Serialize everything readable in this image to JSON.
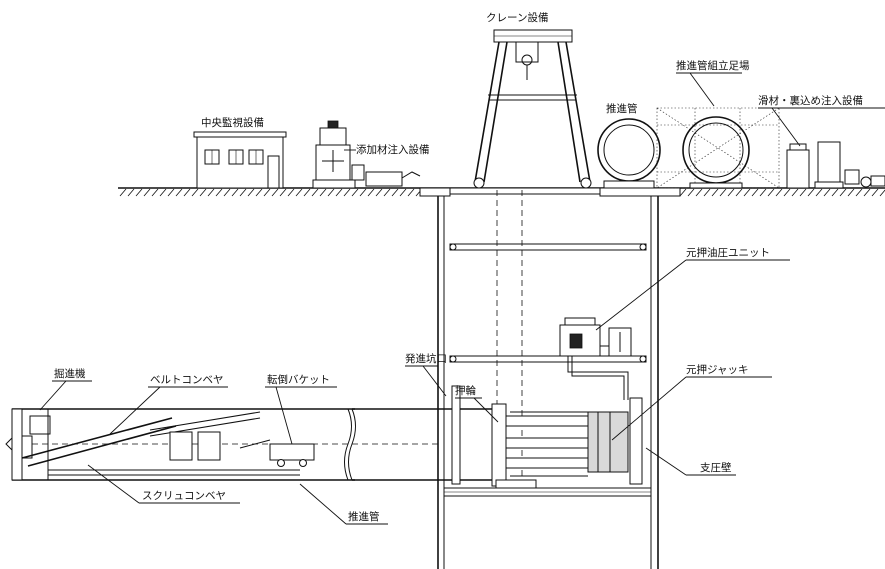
{
  "labels": {
    "crane": "クレーン設備",
    "scaffold": "推進管組立足場",
    "injection": "滑材・裏込め注入設備",
    "central": "中央監視設備",
    "additive": "添加材注入設備",
    "pipe_top": "推進管",
    "hydraulic_unit": "元押油圧ユニット",
    "launch_shaft": "発進坑口",
    "push_ring": "押輪",
    "main_jack": "元押ジャッキ",
    "support_wall": "支圧壁",
    "machine": "掘進機",
    "belt_conveyor": "ベルトコンベヤ",
    "bucket": "転倒バケット",
    "screw_conveyor": "スクリュコンベヤ",
    "pipe_bottom": "推進管"
  }
}
